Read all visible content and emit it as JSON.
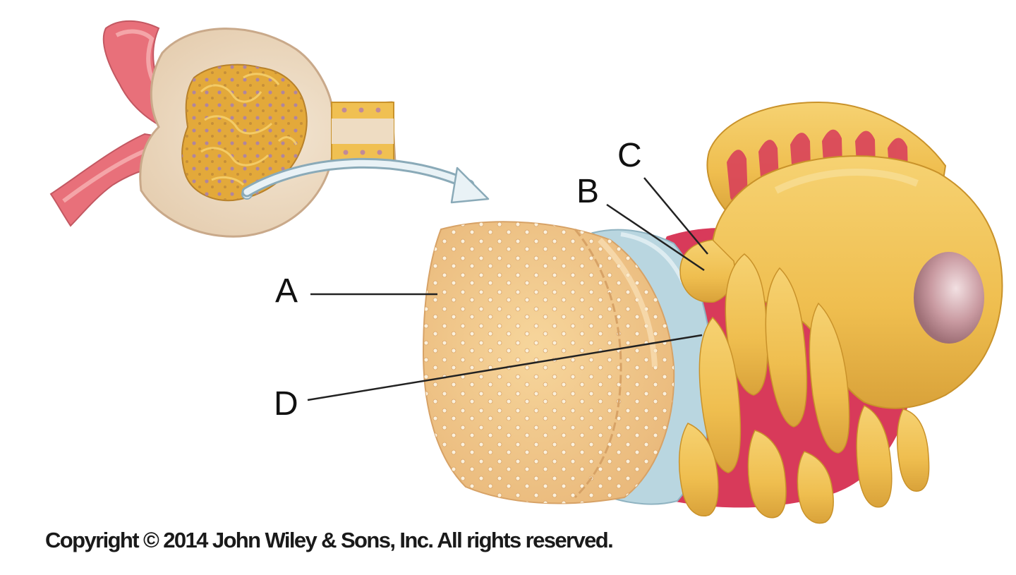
{
  "labels": {
    "a": "A",
    "b": "B",
    "c": "C",
    "d": "D"
  },
  "copyright": "Copyright © 2014 John Wiley & Sons, Inc. All rights reserved.",
  "colors": {
    "vessel": "#e8707a",
    "vessel_light": "#f4a5a8",
    "capsule": "#eedcc2",
    "capillary_tuft": "#e3a93a",
    "cell_yellow": "#f0c052",
    "cell_highlight": "#f8dc86",
    "cell_shadow": "#c9922a",
    "slit_red": "#d83a5a",
    "endothelium": "#f3c98c",
    "endothelium_pore": "#fbf1dc",
    "basement_membrane": "#b9d6e0",
    "nucleus": "#c89a9e",
    "arrow_fill": "#e9f2f6",
    "arrow_stroke": "#8aaab8"
  },
  "icons": {
    "arrow": "curved-arrow-icon"
  }
}
